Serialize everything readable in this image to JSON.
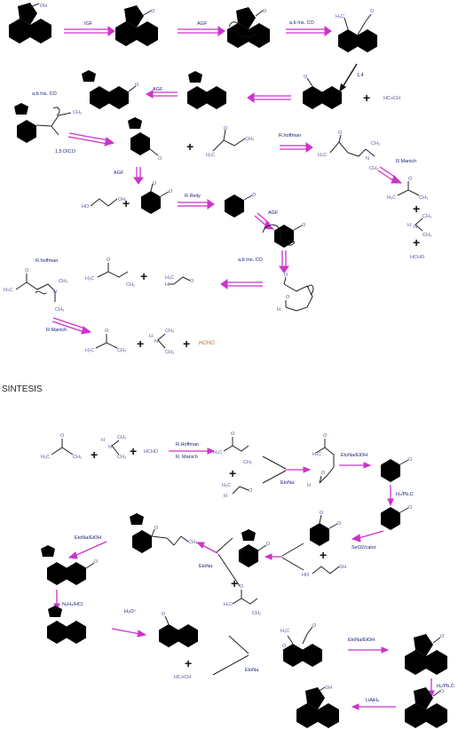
{
  "section_title": "SINTESIS",
  "reagents": {
    "igf": "IGF",
    "agf": "AGF",
    "ab_ins_co": "a,b Ins. CO",
    "one_four": "1,4",
    "one_five_dico": "1,5 DICO",
    "r_hoffman_1": "R.hoffman",
    "r_manich_1": "R.Manich",
    "r_reily": "R.Reily",
    "r_hoffman_2": "R.hoffman",
    "r_manich_2": "R.Manich",
    "syn_hoffman": "R.Hoffman",
    "syn_manich": "R. Manich",
    "etona": "EtoNa",
    "etona_etoh": "EtoNa/EtOH",
    "h2_pdc": "H₂/Pb,C",
    "seo2": "SeO2/calor",
    "n2h4_hcl": "N₂H₄/HCl",
    "h3o": "H₃O⁺",
    "lialh4": "LiAlH₄"
  },
  "atoms": {
    "oh": "OH",
    "o": "O",
    "h3c": "H₃C",
    "ch3": "CH₃",
    "ch2": "CH₂",
    "h2c": "H₂C",
    "h": "H",
    "n": "N",
    "hc_ch": "HC≡CH",
    "hcho": "HCHO",
    "hcho_italic": "HCHO",
    "ho": "HO"
  },
  "symbols": {
    "plus": "+"
  }
}
